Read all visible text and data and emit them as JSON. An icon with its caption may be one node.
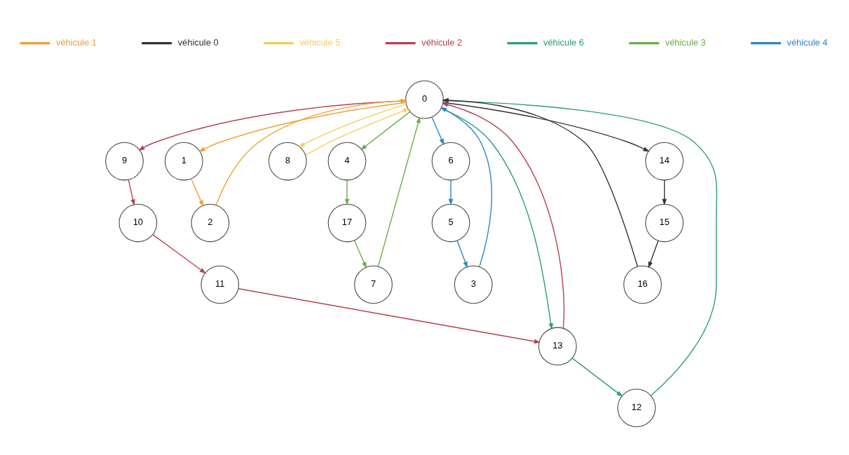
{
  "diagram": {
    "nodes": [
      {
        "text": [
          "0"
        ]
      },
      {
        "text": [
          "1"
        ]
      },
      {
        "text": [
          "2"
        ]
      },
      {
        "text": [
          "3"
        ]
      },
      {
        "text": [
          "4"
        ]
      },
      {
        "text": [
          "5"
        ]
      },
      {
        "text": [
          "6"
        ]
      },
      {
        "text": [
          "7"
        ]
      },
      {
        "text": [
          "8"
        ]
      },
      {
        "text": [
          "9"
        ]
      },
      {
        "text": [
          "10"
        ]
      },
      {
        "text": [
          "11"
        ]
      },
      {
        "text": [
          "12"
        ]
      },
      {
        "text": [
          "13"
        ]
      },
      {
        "text": [
          "14"
        ]
      },
      {
        "text": [
          "15"
        ]
      },
      {
        "text": [
          "16"
        ]
      },
      {
        "text": [
          "17"
        ]
      }
    ],
    "edges": [
      {
        "from": 0,
        "to": 1,
        "arrow": "to",
        "color": "#f0a030"
      },
      {
        "from": 1,
        "to": 2,
        "arrow": "to",
        "color": "#f0a030"
      },
      {
        "from": 2,
        "to": 0,
        "arrow": "to",
        "color": "#f0a030"
      },
      {
        "from": 0,
        "to": 8,
        "arrow": "to",
        "color": "#f5cf5a"
      },
      {
        "from": 8,
        "to": 0,
        "arrow": "to",
        "color": "#f5cf5a"
      },
      {
        "from": 0,
        "to": 9,
        "arrow": "to",
        "color": "#b8404f"
      },
      {
        "from": 9,
        "to": 10,
        "arrow": "to",
        "color": "#b8404f"
      },
      {
        "from": 10,
        "to": 11,
        "arrow": "to",
        "color": "#b8404f"
      },
      {
        "from": 11,
        "to": 13,
        "arrow": "to",
        "color": "#b8404f"
      },
      {
        "from": 13,
        "to": 0,
        "arrow": "to",
        "color": "#b8404f"
      },
      {
        "from": 0,
        "to": 13,
        "arrow": "to",
        "color": "#2a9d80"
      },
      {
        "from": 13,
        "to": 12,
        "arrow": "to",
        "color": "#2a9d80"
      },
      {
        "from": 12,
        "to": 0,
        "arrow": "to",
        "color": "#2a9d80"
      },
      {
        "from": 0,
        "to": 4,
        "arrow": "to",
        "color": "#6aae4a"
      },
      {
        "from": 4,
        "to": 17,
        "arrow": "to",
        "color": "#6aae4a"
      },
      {
        "from": 17,
        "to": 7,
        "arrow": "to",
        "color": "#6aae4a"
      },
      {
        "from": 7,
        "to": 0,
        "arrow": "to",
        "color": "#6aae4a"
      },
      {
        "from": 0,
        "to": 6,
        "arrow": "to",
        "color": "#2e86c1"
      },
      {
        "from": 6,
        "to": 5,
        "arrow": "to",
        "color": "#2e86c1"
      },
      {
        "from": 5,
        "to": 3,
        "arrow": "to",
        "color": "#2e86c1"
      },
      {
        "from": 3,
        "to": 0,
        "arrow": "to",
        "color": "#2e86c1"
      },
      {
        "from": 0,
        "to": 14,
        "arrow": "to",
        "color": "#333333"
      },
      {
        "from": 14,
        "to": 15,
        "arrow": "to",
        "color": "#333333"
      },
      {
        "from": 15,
        "to": 16,
        "arrow": "to",
        "color": "#333333"
      },
      {
        "from": 16,
        "to": 0,
        "arrow": "to",
        "color": "#333333"
      }
    ],
    "legend": [
      {
        "text": "véhicule 1",
        "color": "#f0a030"
      },
      {
        "text": "véhicule 0",
        "color": "#333333"
      },
      {
        "text": "véhicule 5",
        "color": "#f5cf5a"
      },
      {
        "text": "véhicule 2",
        "color": "#b8404f"
      },
      {
        "text": "véhicule 6",
        "color": "#2a9d80"
      },
      {
        "text": "véhicule 3",
        "color": "#6aae4a"
      },
      {
        "text": "véhicule 4",
        "color": "#2e86c1"
      }
    ]
  }
}
